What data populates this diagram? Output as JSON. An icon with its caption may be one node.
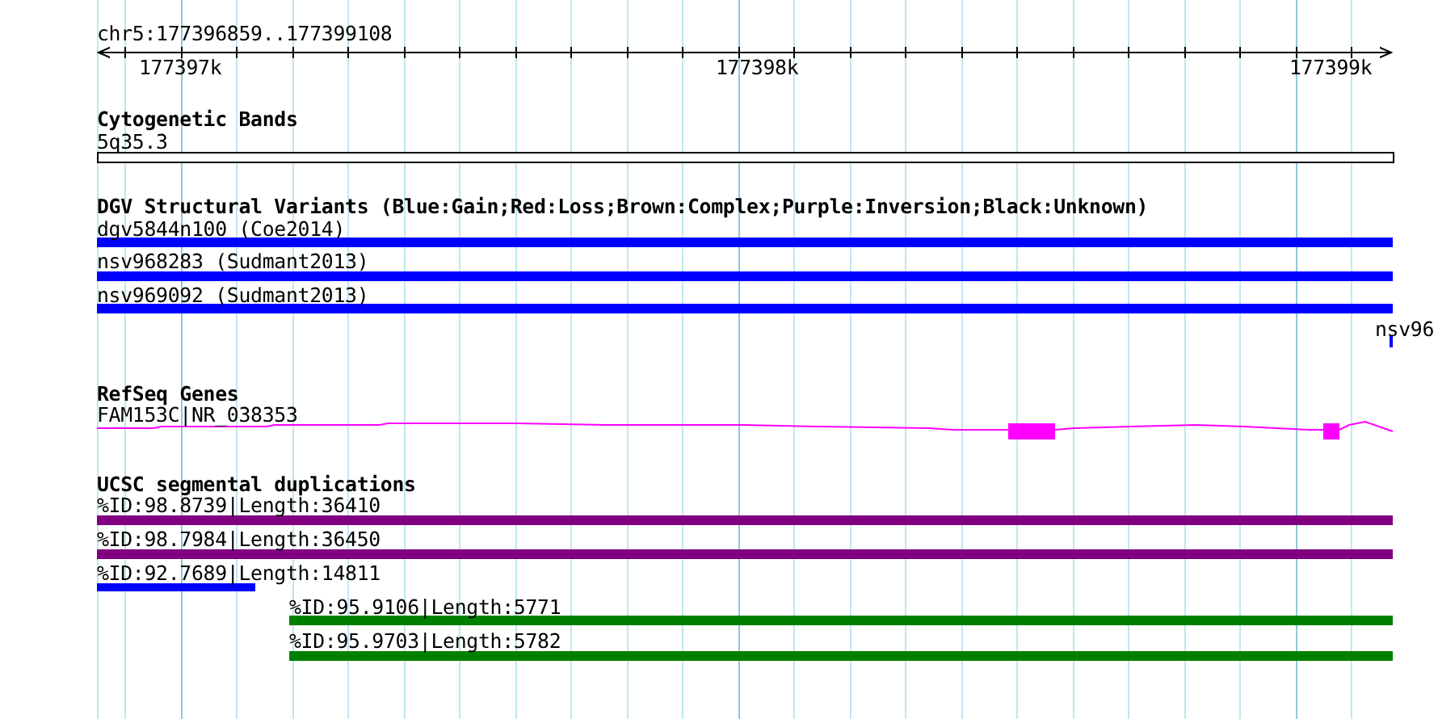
{
  "diagram": {
    "labels": [
      "chr5:177396859..177399108",
      "177397k",
      "177398k",
      "177399k",
      "Cytogenetic Bands",
      "5q35.3",
      "DGV Structural Variants (Blue:Gain;Red:Loss;Brown:Complex;Purple:Inversion;Black:Unknown)",
      "dgv5844n100 (Coe2014)",
      "nsv968283 (Sudmant2013)",
      "nsv969092 (Sudmant2013)",
      "nsv96",
      "RefSeq Genes",
      "FAM153C|NR_038353",
      "UCSC segmental duplications",
      "%ID:98.8739|Length:36410",
      "%ID:98.7984|Length:36450",
      "%ID:92.7689|Length:14811",
      "%ID:95.9106|Length:5771",
      "%ID:95.9703|Length:5782"
    ]
  }
}
